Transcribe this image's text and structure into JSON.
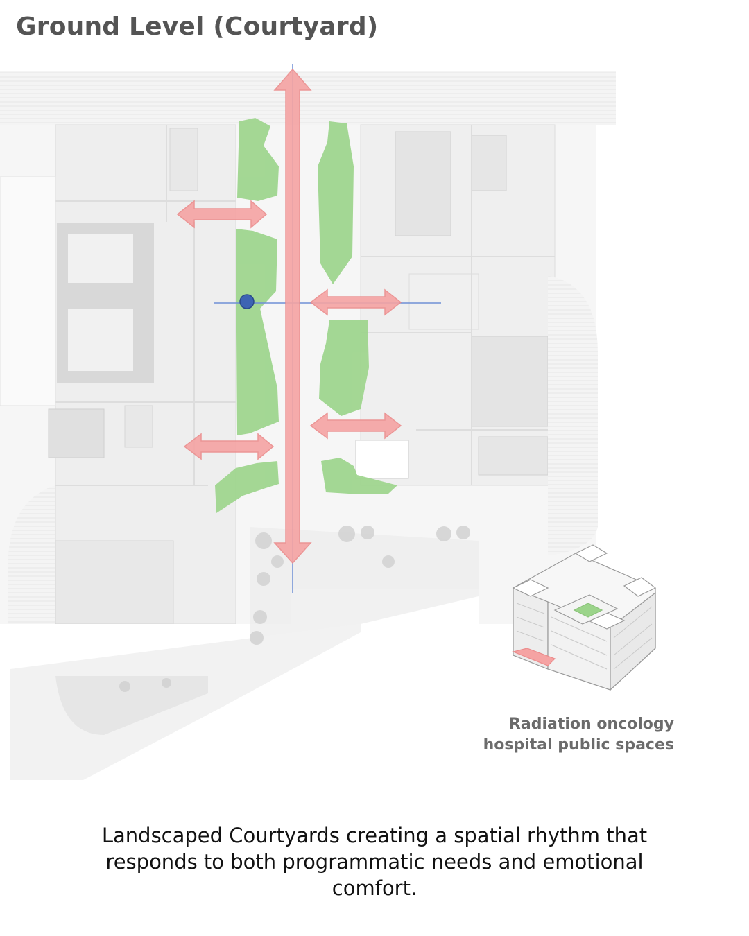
{
  "header": {
    "title": "Ground Level (Courtyard)"
  },
  "plan": {
    "description_icons": [
      "courtyard-green",
      "circulation-arrow",
      "viewpoint-marker"
    ],
    "colors": {
      "courtyard_green": "#9bd48a",
      "arrow_red": "#f5a3a3",
      "axis_blue": "#6f8fd6",
      "marker_blue": "#3d63b3",
      "plan_gray": "#e2e2e2"
    }
  },
  "axonometric": {
    "caption_line1": "Radiation oncology",
    "caption_line2": "hospital public spaces"
  },
  "caption": {
    "text": "Landscaped Courtyards creating a spatial rhythm that responds to both programmatic needs and emotional comfort."
  }
}
